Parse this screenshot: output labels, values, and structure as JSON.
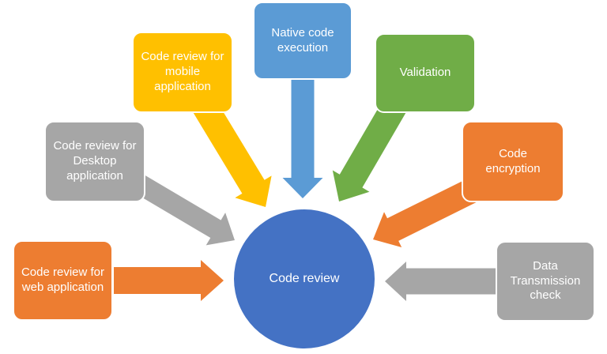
{
  "canvas": {
    "background": "#FFFFFF"
  },
  "center": {
    "label": "Code review",
    "color": "#4472C4",
    "border_color": "#FFFFFF"
  },
  "nodes": {
    "mobile": {
      "label": "Code review for\nmobile\napplication",
      "color": "#FFC000"
    },
    "native": {
      "label": "Native code\nexecution",
      "color": "#5B9BD5"
    },
    "validation": {
      "label": "Validation",
      "color": "#70AD47"
    },
    "desktop": {
      "label": "Code review for\nDesktop\napplication",
      "color": "#A6A6A6"
    },
    "web": {
      "label": "Code review for\nweb application",
      "color": "#ED7D31"
    },
    "encryption": {
      "label": "Code\nencryption",
      "color": "#ED7D31"
    },
    "data": {
      "label": "Data\nTransmission\ncheck",
      "color": "#A6A6A6"
    }
  },
  "edges": [
    {
      "from": "web",
      "to": "center"
    },
    {
      "from": "desktop",
      "to": "center"
    },
    {
      "from": "mobile",
      "to": "center"
    },
    {
      "from": "native",
      "to": "center"
    },
    {
      "from": "validation",
      "to": "center"
    },
    {
      "from": "encryption",
      "to": "center"
    },
    {
      "from": "data",
      "to": "center"
    }
  ]
}
